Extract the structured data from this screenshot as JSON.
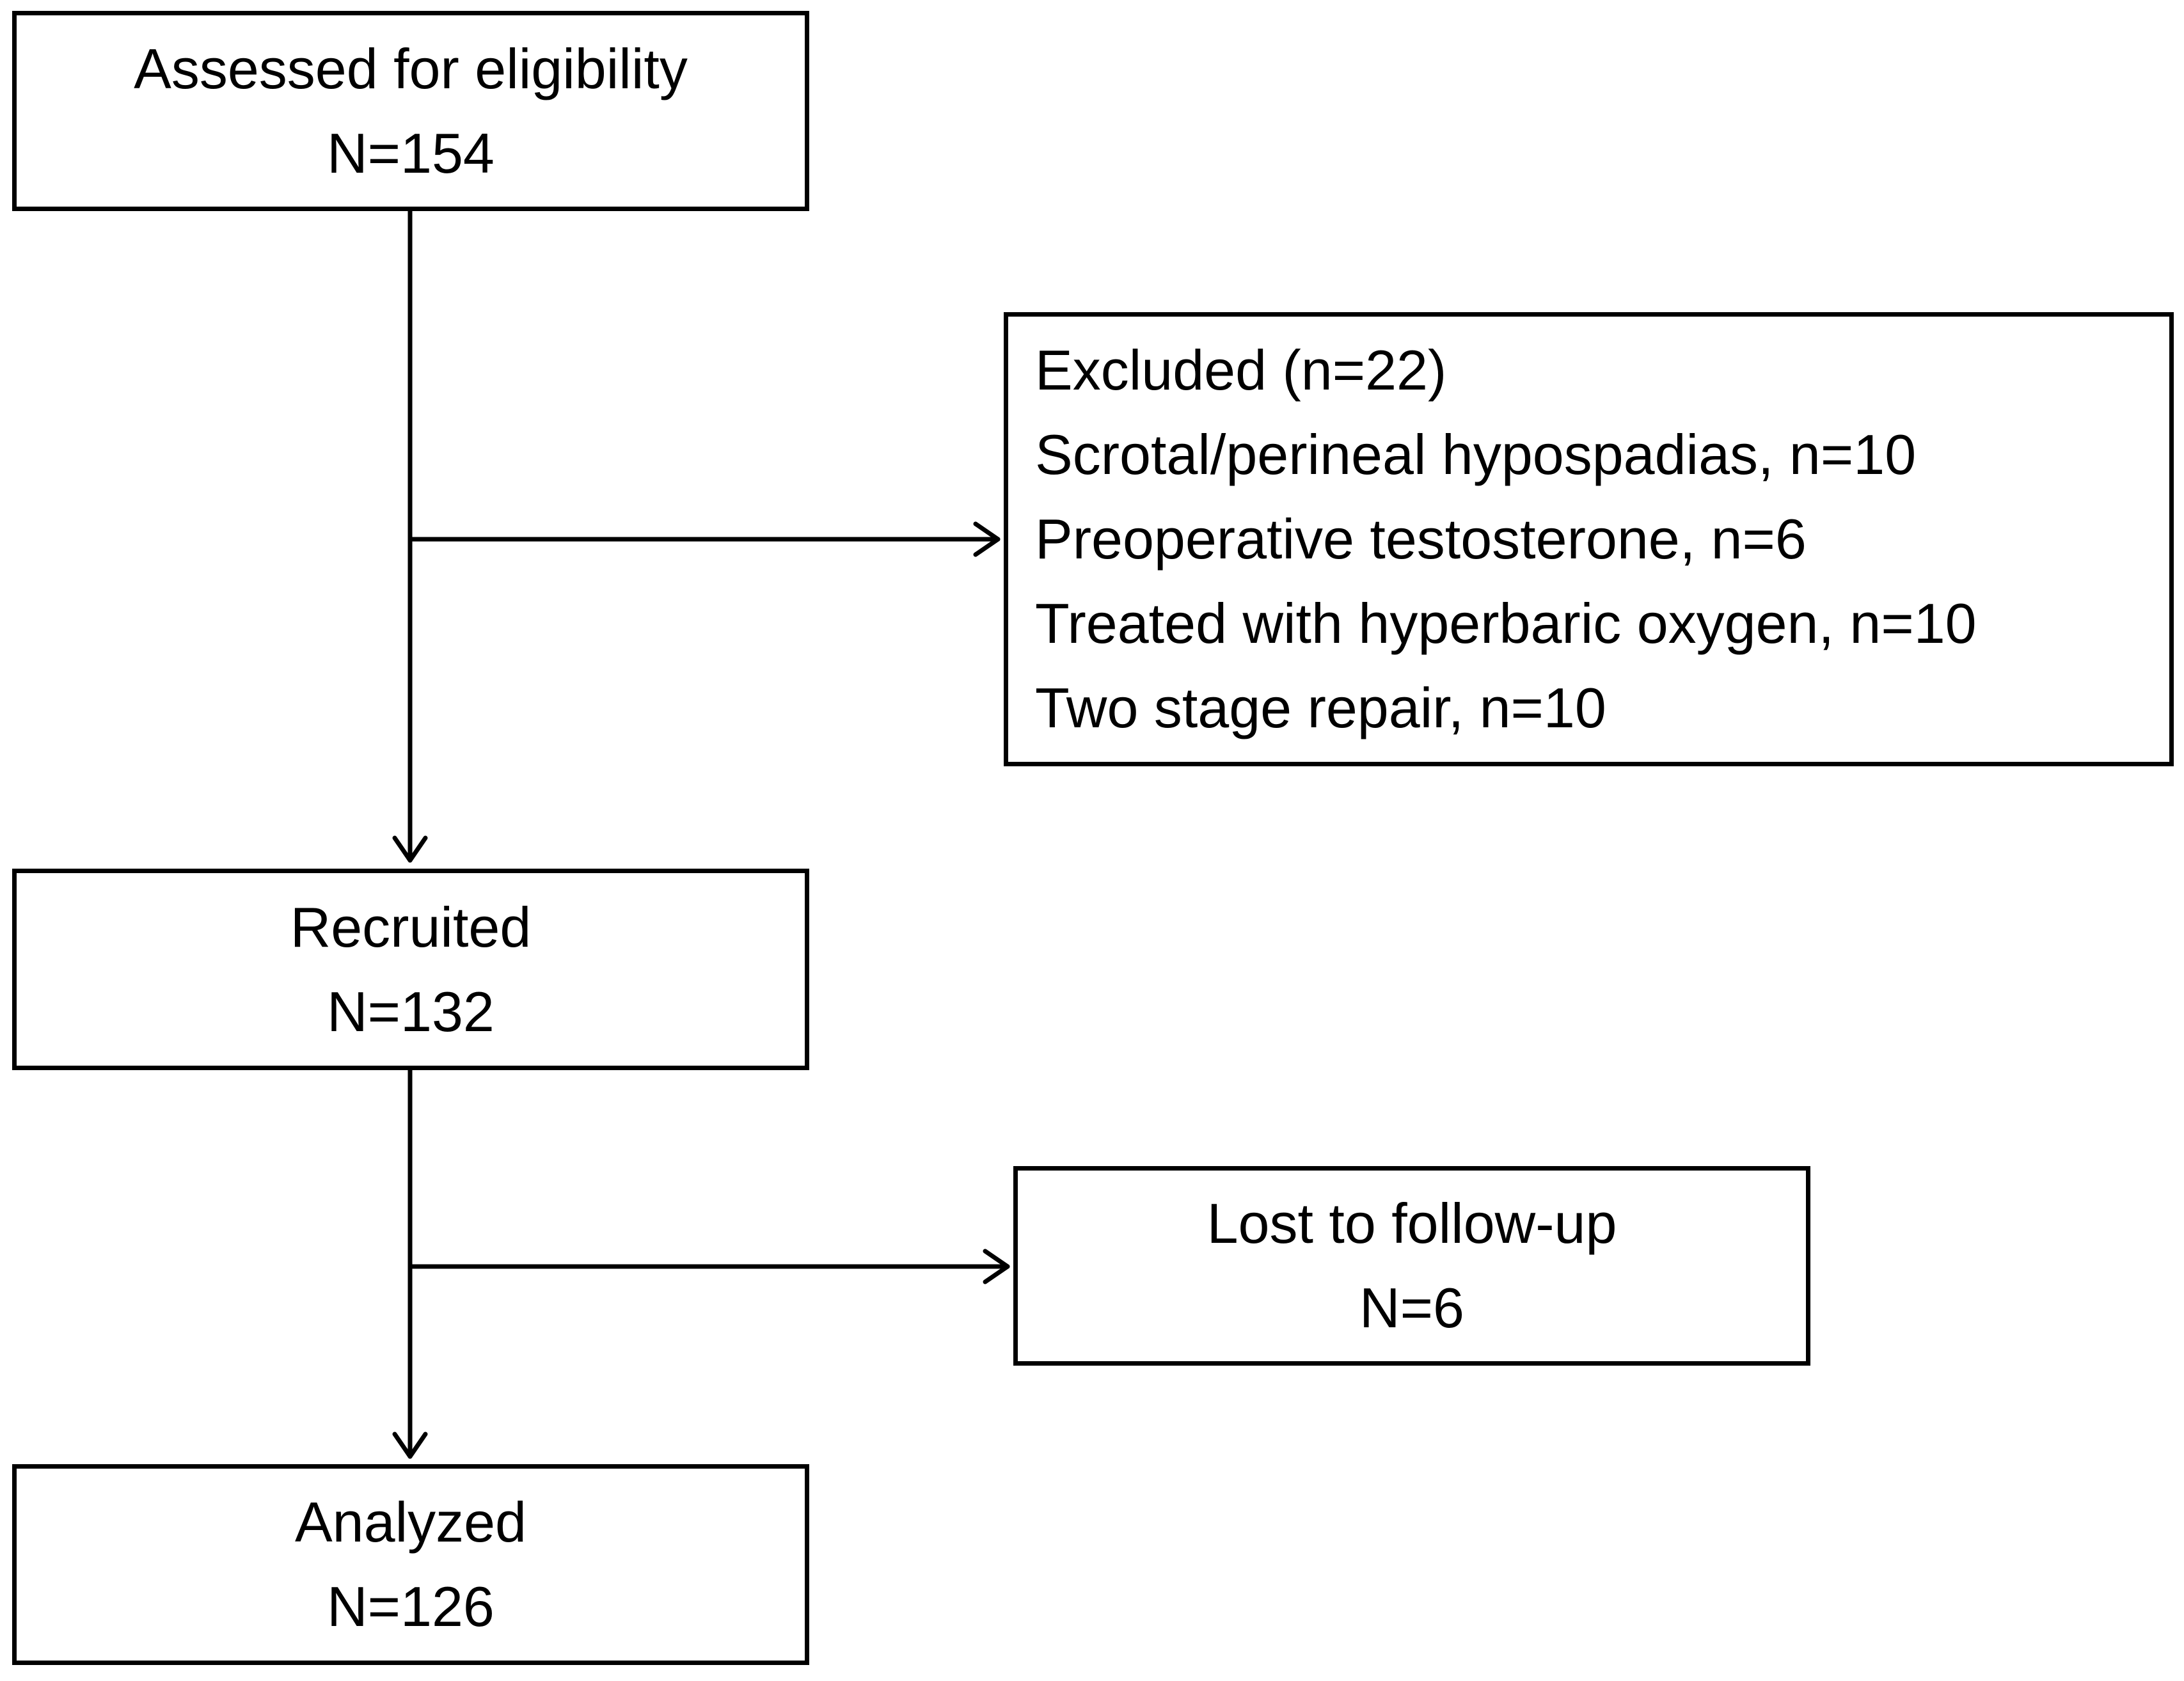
{
  "flowchart": {
    "assessed": {
      "title": "Assessed for eligibility",
      "count": "N=154"
    },
    "excluded": {
      "title": "Excluded (n=22)",
      "reasons": [
        "Scrotal/perineal hypospadias, n=10",
        "Preoperative testosterone, n=6",
        "Treated with hyperbaric oxygen, n=10",
        "Two stage repair, n=10"
      ]
    },
    "recruited": {
      "title": "Recruited",
      "count": "N=132"
    },
    "lost": {
      "title": "Lost to follow-up",
      "count": "N=6"
    },
    "analyzed": {
      "title": "Analyzed",
      "count": "N=126"
    }
  }
}
